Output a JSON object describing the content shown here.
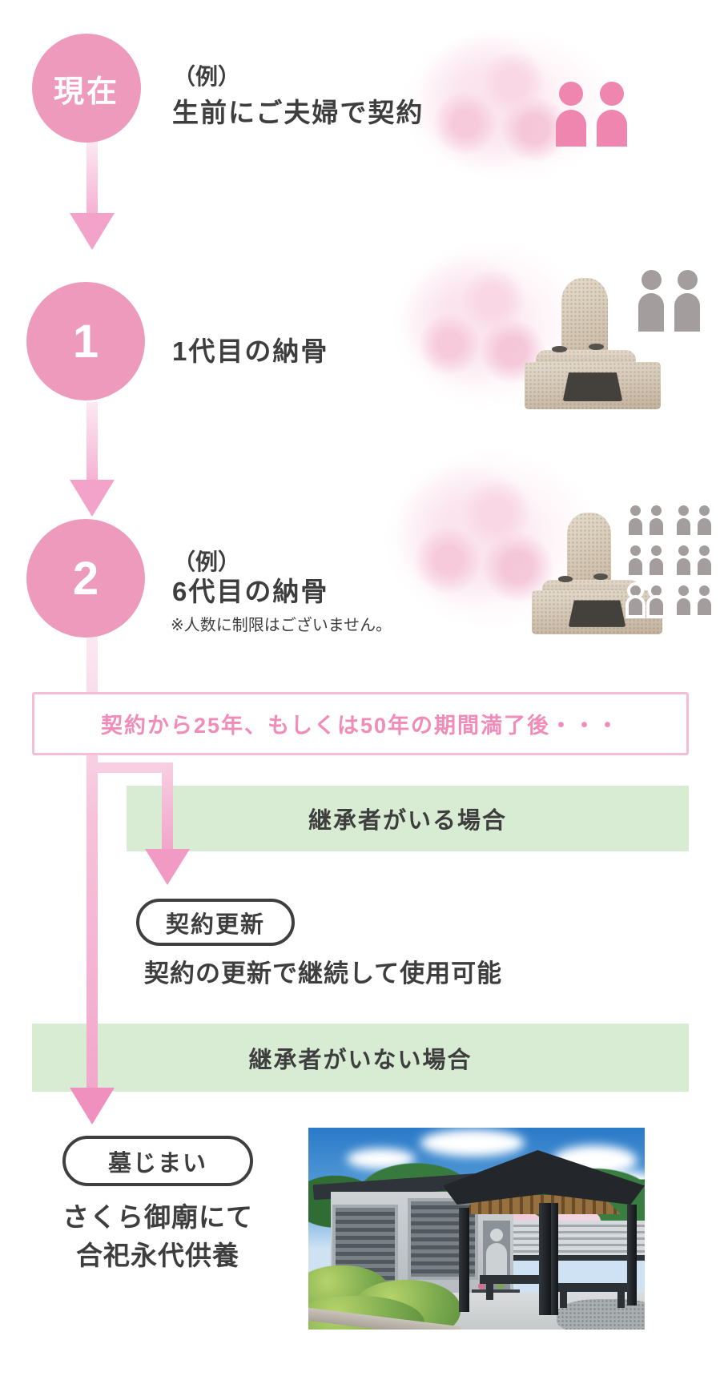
{
  "colors": {
    "accent_pink": "#ee9abc",
    "arrow_pink": "#f096c2",
    "light_pink_line": "#f8cfe2",
    "period_text_pink": "#f18cb9",
    "period_border_pink": "#f6bdd7",
    "green_panel": "#d7ecd3",
    "text_dark": "#3e3e3e",
    "person_pink": "#ee86af",
    "person_gray": "#a49d9d"
  },
  "steps": {
    "now": {
      "badge": "現在",
      "pre": "（例）",
      "title": "生前にご夫婦で契約"
    },
    "first": {
      "badge": "1",
      "title": "1代目の納骨"
    },
    "sixth": {
      "badge": "2",
      "pre": "（例）",
      "title": "6代目の納骨",
      "note": "※人数に制限はございません。"
    }
  },
  "period_box": {
    "label": "契約から25年、もしくは50年の期間満了後・・・"
  },
  "branch_with_heir": {
    "header": "継承者がいる場合",
    "pill": "契約更新",
    "description": "契約の更新で継続して使用可能"
  },
  "branch_without_heir": {
    "header": "継承者がいない場合",
    "pill": "墓じまい",
    "description_line1": "さくら御廟にて",
    "description_line2": "合祀永代供養"
  },
  "crowd": {
    "rows": 3,
    "cols": 4,
    "outlined": [
      [
        2,
        0
      ],
      [
        2,
        1
      ]
    ]
  },
  "icons": {
    "now_couple": "pink-person-pair",
    "first_generation": "gray-person-pair",
    "sixth_generation": "gray-person-grid",
    "grave": "grave-monument-illustration",
    "blossom": "cherry-blossom-photo",
    "facility_photo": "sakura-gobyo-ossuary-photo"
  }
}
